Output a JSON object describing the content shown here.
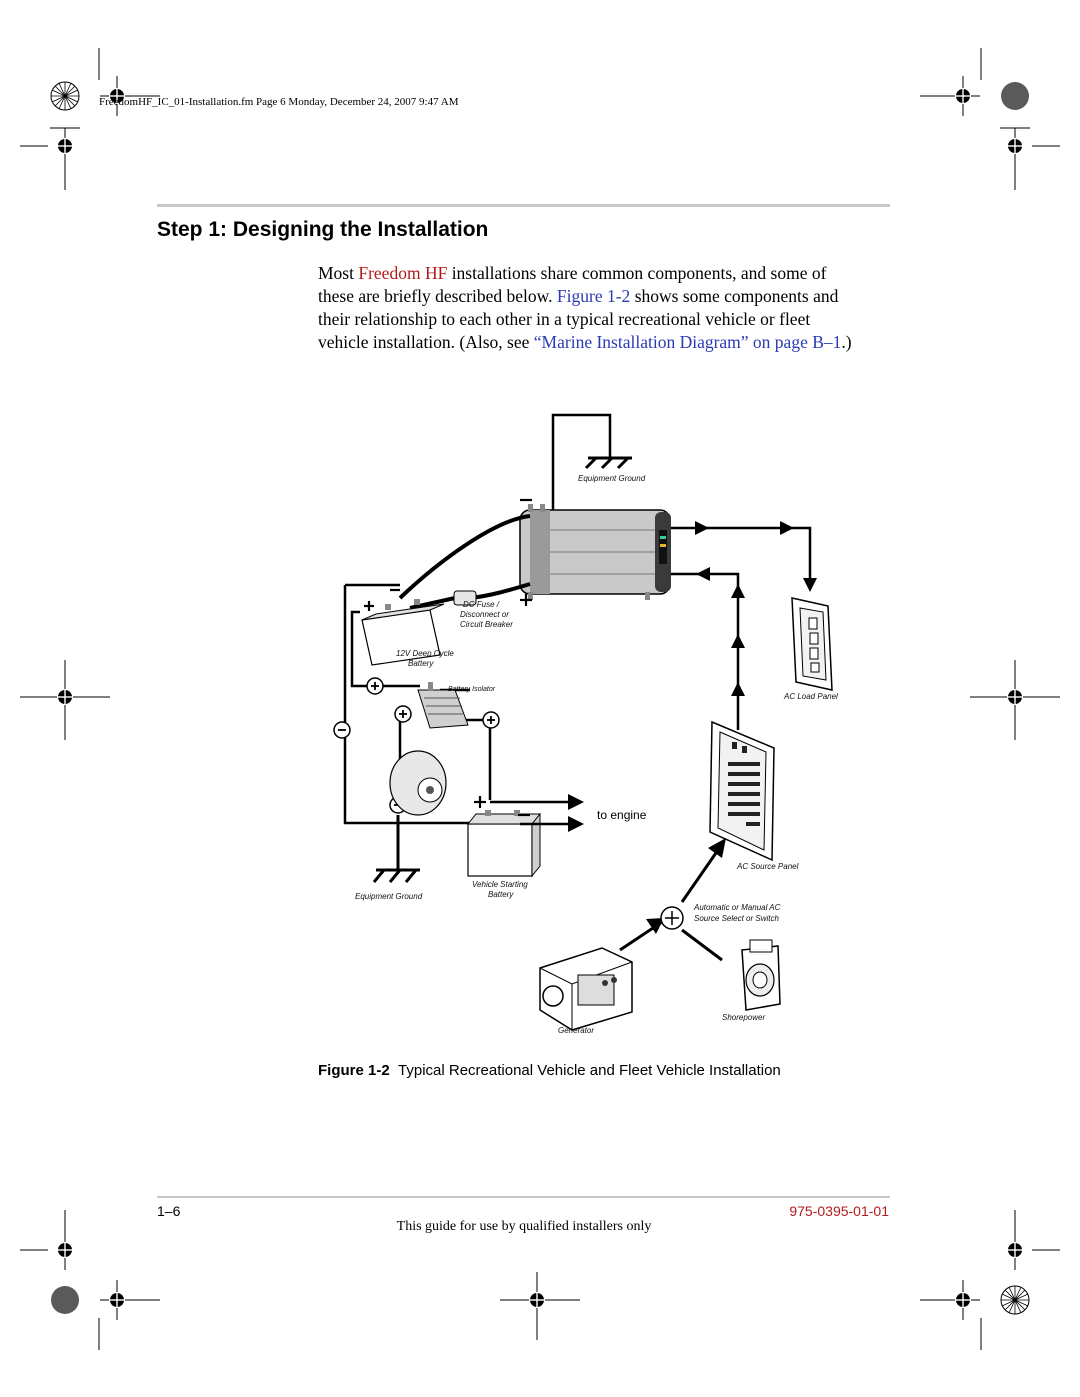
{
  "header": {
    "frame_info": "FreedomHF_IC_01-Installation.fm  Page 6  Monday, December 24, 2007  9:47 AM"
  },
  "section": {
    "heading": "Step 1: Designing the Installation",
    "para_1": "Most ",
    "product_name": "Freedom HF",
    "para_2": " installations share common components, and some of these are briefly described below. ",
    "figure_link": "Figure 1-2",
    "para_3": " shows some components and their relationship to each other in a typical recreational vehicle or fleet vehicle installation. (Also, see ",
    "marine_link": "“Marine Installation Diagram” on page B–1",
    "para_4": ".)"
  },
  "diagram": {
    "labels": {
      "equipment_ground_top": "Equipment Ground",
      "dc_fuse_1": "DC Fuse /",
      "dc_fuse_2": "Disconnect or",
      "dc_fuse_3": "Circuit Breaker",
      "deep_cycle_1": "12V Deep Cycle",
      "deep_cycle_2": "Battery",
      "battery_isolator": "Battery Isolator",
      "ac_load_panel": "AC Load  Panel",
      "to_engine": "to engine",
      "ac_source_panel": "AC Source Panel",
      "vehicle_starting_1": "Vehicle Starting",
      "vehicle_starting_2": "Battery",
      "equipment_ground_bottom": "Equipment Ground",
      "auto_switch_1": "Automatic or Manual AC",
      "auto_switch_2": "Source Select  or Switch",
      "shorepower": "Shorepower",
      "generator": "Generator"
    }
  },
  "figure": {
    "label": "Figure 1-2",
    "title": "Typical Recreational Vehicle and Fleet Vehicle Installation"
  },
  "footer": {
    "page_number": "1–6",
    "doc_number": "975-0395-01-01",
    "note": "This guide for use by qualified installers only"
  }
}
